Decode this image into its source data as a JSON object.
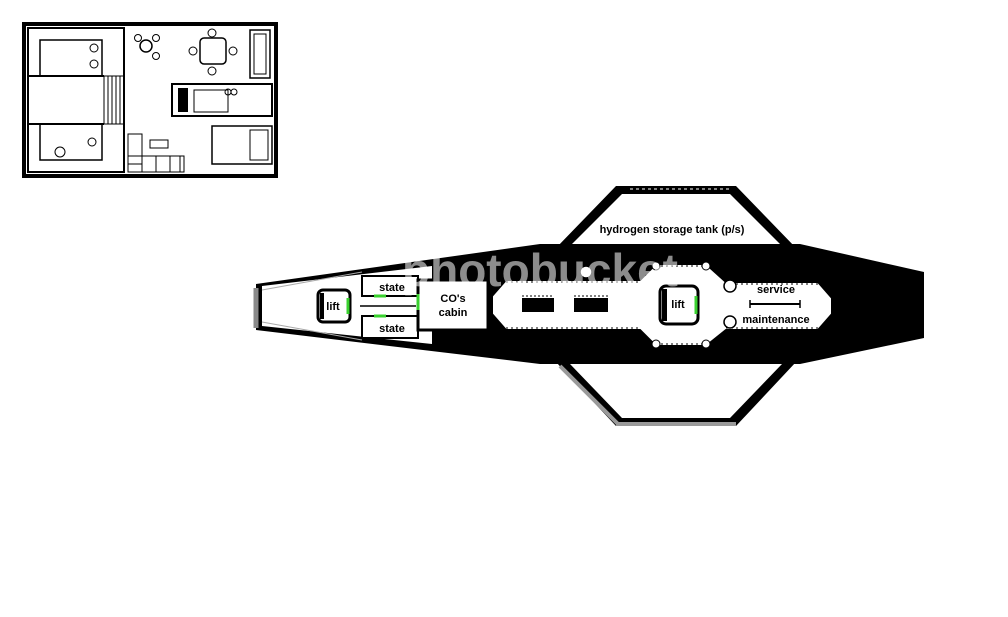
{
  "diagram": {
    "type": "deck-plan",
    "labels": {
      "tank": "hydrogen storage tank (p/s)",
      "state_upper": "state",
      "state_lower": "state",
      "co_cabin_line1": "CO's",
      "co_cabin_line2": "cabin",
      "lift_fore": "lift",
      "lift_mid": "lift",
      "service": "service",
      "maintenance": "maintenance"
    },
    "watermark": "photobucket",
    "colors": {
      "hull": "#000000",
      "interior": "#ffffff",
      "door": "#3ad12f",
      "faded_edge": "#8a8a8a"
    }
  }
}
